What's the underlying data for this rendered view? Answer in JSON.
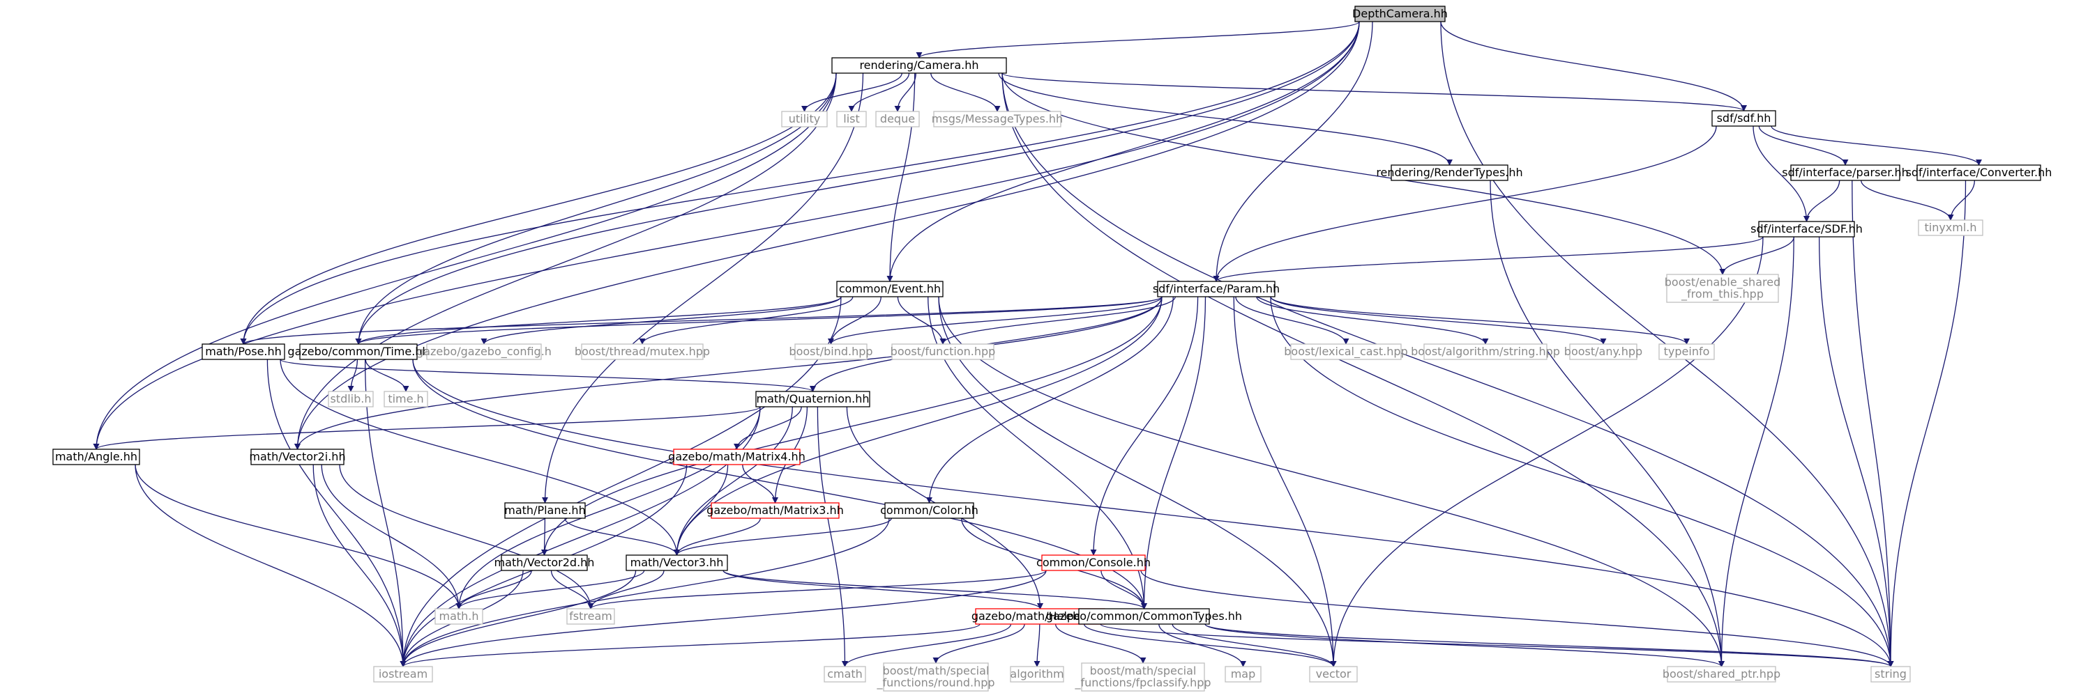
{
  "colors": {
    "edge": "#191970",
    "root_fill": "#bfbfbf",
    "node_border": "#000000",
    "missing_border": "#c0c0c0",
    "incomplete_border": "#ff0000",
    "missing_text": "#8a8a8a"
  },
  "nodes": [
    {
      "id": "root",
      "label": "DepthCamera.hh",
      "kind": "root"
    },
    {
      "id": "camera",
      "label": "rendering/Camera.hh",
      "kind": "normal"
    },
    {
      "id": "utility",
      "label": "utility",
      "kind": "missing"
    },
    {
      "id": "list",
      "label": "list",
      "kind": "missing"
    },
    {
      "id": "deque",
      "label": "deque",
      "kind": "missing"
    },
    {
      "id": "msgtypes",
      "label": "msgs/MessageTypes.hh",
      "kind": "missing"
    },
    {
      "id": "sdfhh",
      "label": "sdf/sdf.hh",
      "kind": "normal"
    },
    {
      "id": "rendertypes",
      "label": "rendering/RenderTypes.hh",
      "kind": "normal"
    },
    {
      "id": "parser",
      "label": "sdf/interface/parser.hh",
      "kind": "normal"
    },
    {
      "id": "converter",
      "label": "sdf/interface/Converter.hh",
      "kind": "normal"
    },
    {
      "id": "sdfSDF",
      "label": "sdf/interface/SDF.hh",
      "kind": "normal"
    },
    {
      "id": "tinyxml",
      "label": "tinyxml.h",
      "kind": "missing"
    },
    {
      "id": "enableshared",
      "label": "boost/enable_shared\n_from_this.hpp",
      "kind": "missing"
    },
    {
      "id": "event",
      "label": "common/Event.hh",
      "kind": "normal"
    },
    {
      "id": "param",
      "label": "sdf/interface/Param.hh",
      "kind": "normal"
    },
    {
      "id": "pose",
      "label": "math/Pose.hh",
      "kind": "normal"
    },
    {
      "id": "time",
      "label": "gazebo/common/Time.hh",
      "kind": "normal"
    },
    {
      "id": "gzconfig",
      "label": "gazebo/gazebo_config.h",
      "kind": "missing"
    },
    {
      "id": "mutex",
      "label": "boost/thread/mutex.hpp",
      "kind": "missing"
    },
    {
      "id": "bind",
      "label": "boost/bind.hpp",
      "kind": "missing"
    },
    {
      "id": "function",
      "label": "boost/function.hpp",
      "kind": "missing"
    },
    {
      "id": "lexical",
      "label": "boost/lexical_cast.hpp",
      "kind": "missing"
    },
    {
      "id": "algstring",
      "label": "boost/algorithm/string.hpp",
      "kind": "missing"
    },
    {
      "id": "any",
      "label": "boost/any.hpp",
      "kind": "missing"
    },
    {
      "id": "typeinfo",
      "label": "typeinfo",
      "kind": "missing"
    },
    {
      "id": "stdlib",
      "label": "stdlib.h",
      "kind": "missing"
    },
    {
      "id": "timeh",
      "label": "time.h",
      "kind": "missing"
    },
    {
      "id": "quat",
      "label": "math/Quaternion.hh",
      "kind": "normal"
    },
    {
      "id": "angle",
      "label": "math/Angle.hh",
      "kind": "normal"
    },
    {
      "id": "vec2i",
      "label": "math/Vector2i.hh",
      "kind": "normal"
    },
    {
      "id": "matrix4",
      "label": "gazebo/math/Matrix4.hh",
      "kind": "incomplete"
    },
    {
      "id": "plane",
      "label": "math/Plane.hh",
      "kind": "normal"
    },
    {
      "id": "matrix3",
      "label": "gazebo/math/Matrix3.hh",
      "kind": "incomplete"
    },
    {
      "id": "color",
      "label": "common/Color.hh",
      "kind": "normal"
    },
    {
      "id": "vec2d",
      "label": "math/Vector2d.hh",
      "kind": "normal"
    },
    {
      "id": "vec3",
      "label": "math/Vector3.hh",
      "kind": "normal"
    },
    {
      "id": "console",
      "label": "common/Console.hh",
      "kind": "incomplete"
    },
    {
      "id": "mathh",
      "label": "math.h",
      "kind": "missing"
    },
    {
      "id": "fstream",
      "label": "fstream",
      "kind": "missing"
    },
    {
      "id": "helpers",
      "label": "gazebo/math/Helpers.hh",
      "kind": "incomplete"
    },
    {
      "id": "commontypes",
      "label": "gazebo/common/CommonTypes.hh",
      "kind": "normal"
    },
    {
      "id": "iostream",
      "label": "iostream",
      "kind": "missing"
    },
    {
      "id": "cmath",
      "label": "cmath",
      "kind": "missing"
    },
    {
      "id": "round",
      "label": "boost/math/special\n_functions/round.hpp",
      "kind": "missing"
    },
    {
      "id": "algorithm",
      "label": "algorithm",
      "kind": "missing"
    },
    {
      "id": "fpclassify",
      "label": "boost/math/special\n_functions/fpclassify.hpp",
      "kind": "missing"
    },
    {
      "id": "map",
      "label": "map",
      "kind": "missing"
    },
    {
      "id": "vector",
      "label": "vector",
      "kind": "missing"
    },
    {
      "id": "sharedptr",
      "label": "boost/shared_ptr.hpp",
      "kind": "missing"
    },
    {
      "id": "string",
      "label": "string",
      "kind": "missing"
    }
  ],
  "edges": [
    [
      "root",
      "camera"
    ],
    [
      "root",
      "sdfhh"
    ],
    [
      "root",
      "string"
    ],
    [
      "root",
      "angle"
    ],
    [
      "root",
      "vec2i"
    ],
    [
      "root",
      "pose"
    ],
    [
      "root",
      "time"
    ],
    [
      "root",
      "event"
    ],
    [
      "root",
      "param"
    ],
    [
      "camera",
      "utility"
    ],
    [
      "camera",
      "list"
    ],
    [
      "camera",
      "deque"
    ],
    [
      "camera",
      "msgtypes"
    ],
    [
      "camera",
      "sdfhh"
    ],
    [
      "camera",
      "rendertypes"
    ],
    [
      "camera",
      "event"
    ],
    [
      "camera",
      "time"
    ],
    [
      "camera",
      "pose"
    ],
    [
      "camera",
      "angle"
    ],
    [
      "camera",
      "vec2i"
    ],
    [
      "camera",
      "plane"
    ],
    [
      "camera",
      "enableshared"
    ],
    [
      "camera",
      "sharedptr"
    ],
    [
      "camera",
      "string"
    ],
    [
      "sdfhh",
      "parser"
    ],
    [
      "sdfhh",
      "converter"
    ],
    [
      "sdfhh",
      "sdfSDF"
    ],
    [
      "sdfhh",
      "param"
    ],
    [
      "parser",
      "sdfSDF"
    ],
    [
      "parser",
      "tinyxml"
    ],
    [
      "parser",
      "string"
    ],
    [
      "converter",
      "tinyxml"
    ],
    [
      "converter",
      "string"
    ],
    [
      "sdfSDF",
      "param"
    ],
    [
      "sdfSDF",
      "enableshared"
    ],
    [
      "sdfSDF",
      "string"
    ],
    [
      "sdfSDF",
      "vector"
    ],
    [
      "sdfSDF",
      "sharedptr"
    ],
    [
      "rendertypes",
      "sharedptr"
    ],
    [
      "event",
      "gzconfig"
    ],
    [
      "event",
      "mutex"
    ],
    [
      "event",
      "bind"
    ],
    [
      "event",
      "function"
    ],
    [
      "event",
      "time"
    ],
    [
      "event",
      "iostream"
    ],
    [
      "event",
      "vector"
    ],
    [
      "event",
      "commontypes"
    ],
    [
      "event",
      "sharedptr"
    ],
    [
      "param",
      "pose"
    ],
    [
      "param",
      "time"
    ],
    [
      "param",
      "bind"
    ],
    [
      "param",
      "function"
    ],
    [
      "param",
      "lexical"
    ],
    [
      "param",
      "algstring"
    ],
    [
      "param",
      "any"
    ],
    [
      "param",
      "typeinfo"
    ],
    [
      "param",
      "quat"
    ],
    [
      "param",
      "vec2i"
    ],
    [
      "param",
      "vec2d"
    ],
    [
      "param",
      "vec3"
    ],
    [
      "param",
      "color"
    ],
    [
      "param",
      "console"
    ],
    [
      "param",
      "vector"
    ],
    [
      "param",
      "string"
    ],
    [
      "param",
      "commontypes"
    ],
    [
      "pose",
      "quat"
    ],
    [
      "pose",
      "vec3"
    ],
    [
      "pose",
      "iostream"
    ],
    [
      "time",
      "stdlib"
    ],
    [
      "time",
      "timeh"
    ],
    [
      "time",
      "iostream"
    ],
    [
      "time",
      "string"
    ],
    [
      "time",
      "commontypes"
    ],
    [
      "quat",
      "angle"
    ],
    [
      "quat",
      "matrix4"
    ],
    [
      "quat",
      "matrix3"
    ],
    [
      "quat",
      "vec3"
    ],
    [
      "quat",
      "helpers"
    ],
    [
      "quat",
      "mathh"
    ],
    [
      "quat",
      "iostream"
    ],
    [
      "quat",
      "cmath"
    ],
    [
      "angle",
      "mathh"
    ],
    [
      "angle",
      "iostream"
    ],
    [
      "vec2i",
      "mathh"
    ],
    [
      "vec2i",
      "fstream"
    ],
    [
      "vec2i",
      "iostream"
    ],
    [
      "matrix4",
      "matrix3"
    ],
    [
      "matrix4",
      "vec3"
    ],
    [
      "matrix4",
      "iostream"
    ],
    [
      "matrix3",
      "vec3"
    ],
    [
      "plane",
      "vec2d"
    ],
    [
      "plane",
      "vec3"
    ],
    [
      "color",
      "vec3"
    ],
    [
      "color",
      "iostream"
    ],
    [
      "color",
      "commontypes"
    ],
    [
      "vec2d",
      "mathh"
    ],
    [
      "vec2d",
      "fstream"
    ],
    [
      "vec2d",
      "iostream"
    ],
    [
      "vec3",
      "mathh"
    ],
    [
      "vec3",
      "fstream"
    ],
    [
      "vec3",
      "iostream"
    ],
    [
      "vec3",
      "helpers"
    ],
    [
      "vec3",
      "commontypes"
    ],
    [
      "console",
      "fstream"
    ],
    [
      "console",
      "commontypes"
    ],
    [
      "console",
      "string"
    ],
    [
      "console",
      "iostream"
    ],
    [
      "helpers",
      "iostream"
    ],
    [
      "helpers",
      "cmath"
    ],
    [
      "helpers",
      "round"
    ],
    [
      "helpers",
      "algorithm"
    ],
    [
      "helpers",
      "fpclassify"
    ],
    [
      "helpers",
      "vector"
    ],
    [
      "helpers",
      "string"
    ],
    [
      "commontypes",
      "map"
    ],
    [
      "commontypes",
      "vector"
    ],
    [
      "commontypes",
      "string"
    ],
    [
      "commontypes",
      "sharedptr"
    ]
  ]
}
